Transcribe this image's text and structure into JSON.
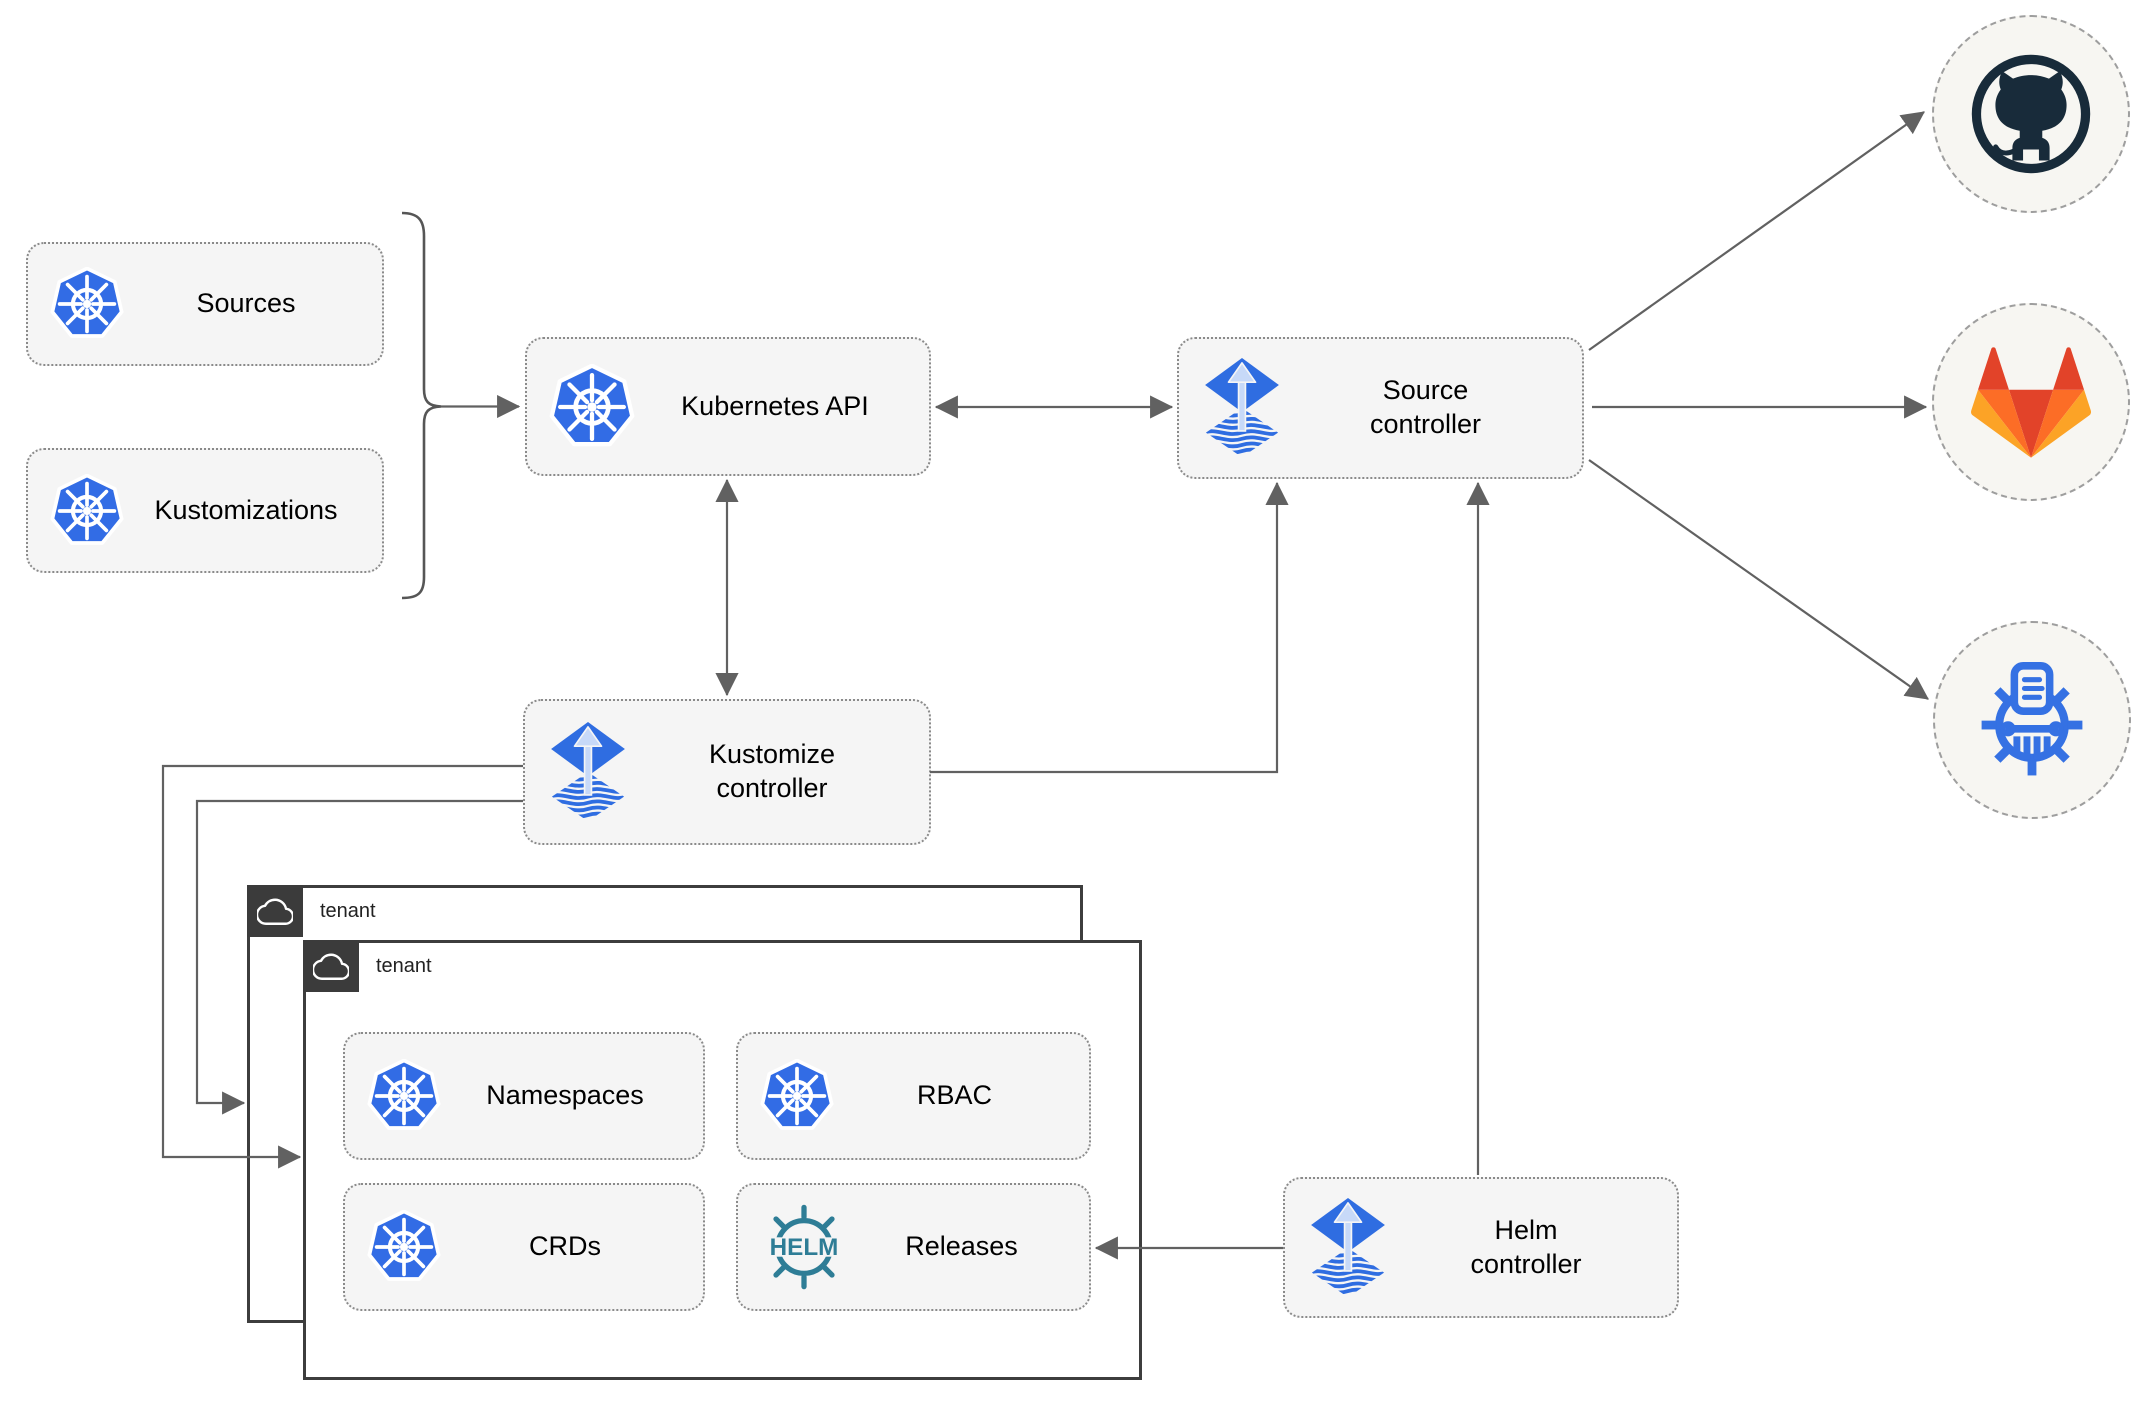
{
  "colors": {
    "kubernetes_blue": "#326ce5",
    "flux_blue": "#2f6de1",
    "flux_arrow_light": "#c7d9f8",
    "helm_teal": "#2e7d96",
    "github_dark": "#182b3a",
    "gitlab_red_orange": "#e24329",
    "gitlab_orange": "#fc6d26",
    "gitlab_amber": "#fca326",
    "registry_blue": "#3571e3",
    "arrow_gray": "#616161",
    "node_fill": "#f5f5f5",
    "node_border": "#8a8a8a",
    "tenant_border": "#3d3d3d",
    "tenant_tab_fill": "#3b3b3b",
    "circle_fill": "#f7f6f2",
    "circle_border": "#9e9e9e",
    "label_color": "#000000"
  },
  "nodes": {
    "sources": {
      "label": "Sources",
      "icon": "kubernetes-icon"
    },
    "kustomizations": {
      "label": "Kustomizations",
      "icon": "kubernetes-icon"
    },
    "kubernetes_api": {
      "label": "Kubernetes API",
      "icon": "kubernetes-icon"
    },
    "source_controller": {
      "label": "Source\ncontroller",
      "icon": "flux-icon"
    },
    "kustomize_controller": {
      "label": "Kustomize\ncontroller",
      "icon": "flux-icon"
    },
    "helm_controller": {
      "label": "Helm\ncontroller",
      "icon": "flux-icon"
    },
    "namespaces": {
      "label": "Namespaces",
      "icon": "kubernetes-icon"
    },
    "rbac": {
      "label": "RBAC",
      "icon": "kubernetes-icon"
    },
    "crds": {
      "label": "CRDs",
      "icon": "kubernetes-icon"
    },
    "releases": {
      "label": "Releases",
      "icon": "helm-icon"
    }
  },
  "groups": {
    "tenant_outer": {
      "label": "tenant",
      "icon": "cloud-icon"
    },
    "tenant_inner": {
      "label": "tenant",
      "icon": "cloud-icon"
    }
  },
  "external_targets": [
    {
      "name": "github",
      "icon": "github-icon"
    },
    {
      "name": "gitlab",
      "icon": "gitlab-icon"
    },
    {
      "name": "artifact-registry",
      "icon": "registry-icon"
    }
  ],
  "icons": {
    "helm_text": "HELM"
  },
  "edges": [
    {
      "from": "sources+kustomizations",
      "to": "kubernetes_api",
      "direction": "one-way"
    },
    {
      "from": "kubernetes_api",
      "to": "source_controller",
      "direction": "two-way"
    },
    {
      "from": "kubernetes_api",
      "to": "kustomize_controller",
      "direction": "two-way"
    },
    {
      "from": "kustomize_controller",
      "to": "source_controller",
      "direction": "one-way"
    },
    {
      "from": "helm_controller",
      "to": "source_controller",
      "direction": "one-way"
    },
    {
      "from": "source_controller",
      "to": "github",
      "direction": "one-way"
    },
    {
      "from": "source_controller",
      "to": "gitlab",
      "direction": "one-way"
    },
    {
      "from": "source_controller",
      "to": "artifact-registry",
      "direction": "one-way"
    },
    {
      "from": "kustomize_controller",
      "to": "tenant_inner",
      "direction": "one-way"
    },
    {
      "from": "kustomize_controller",
      "to": "tenant_outer",
      "direction": "one-way"
    },
    {
      "from": "helm_controller",
      "to": "releases",
      "direction": "one-way"
    }
  ]
}
